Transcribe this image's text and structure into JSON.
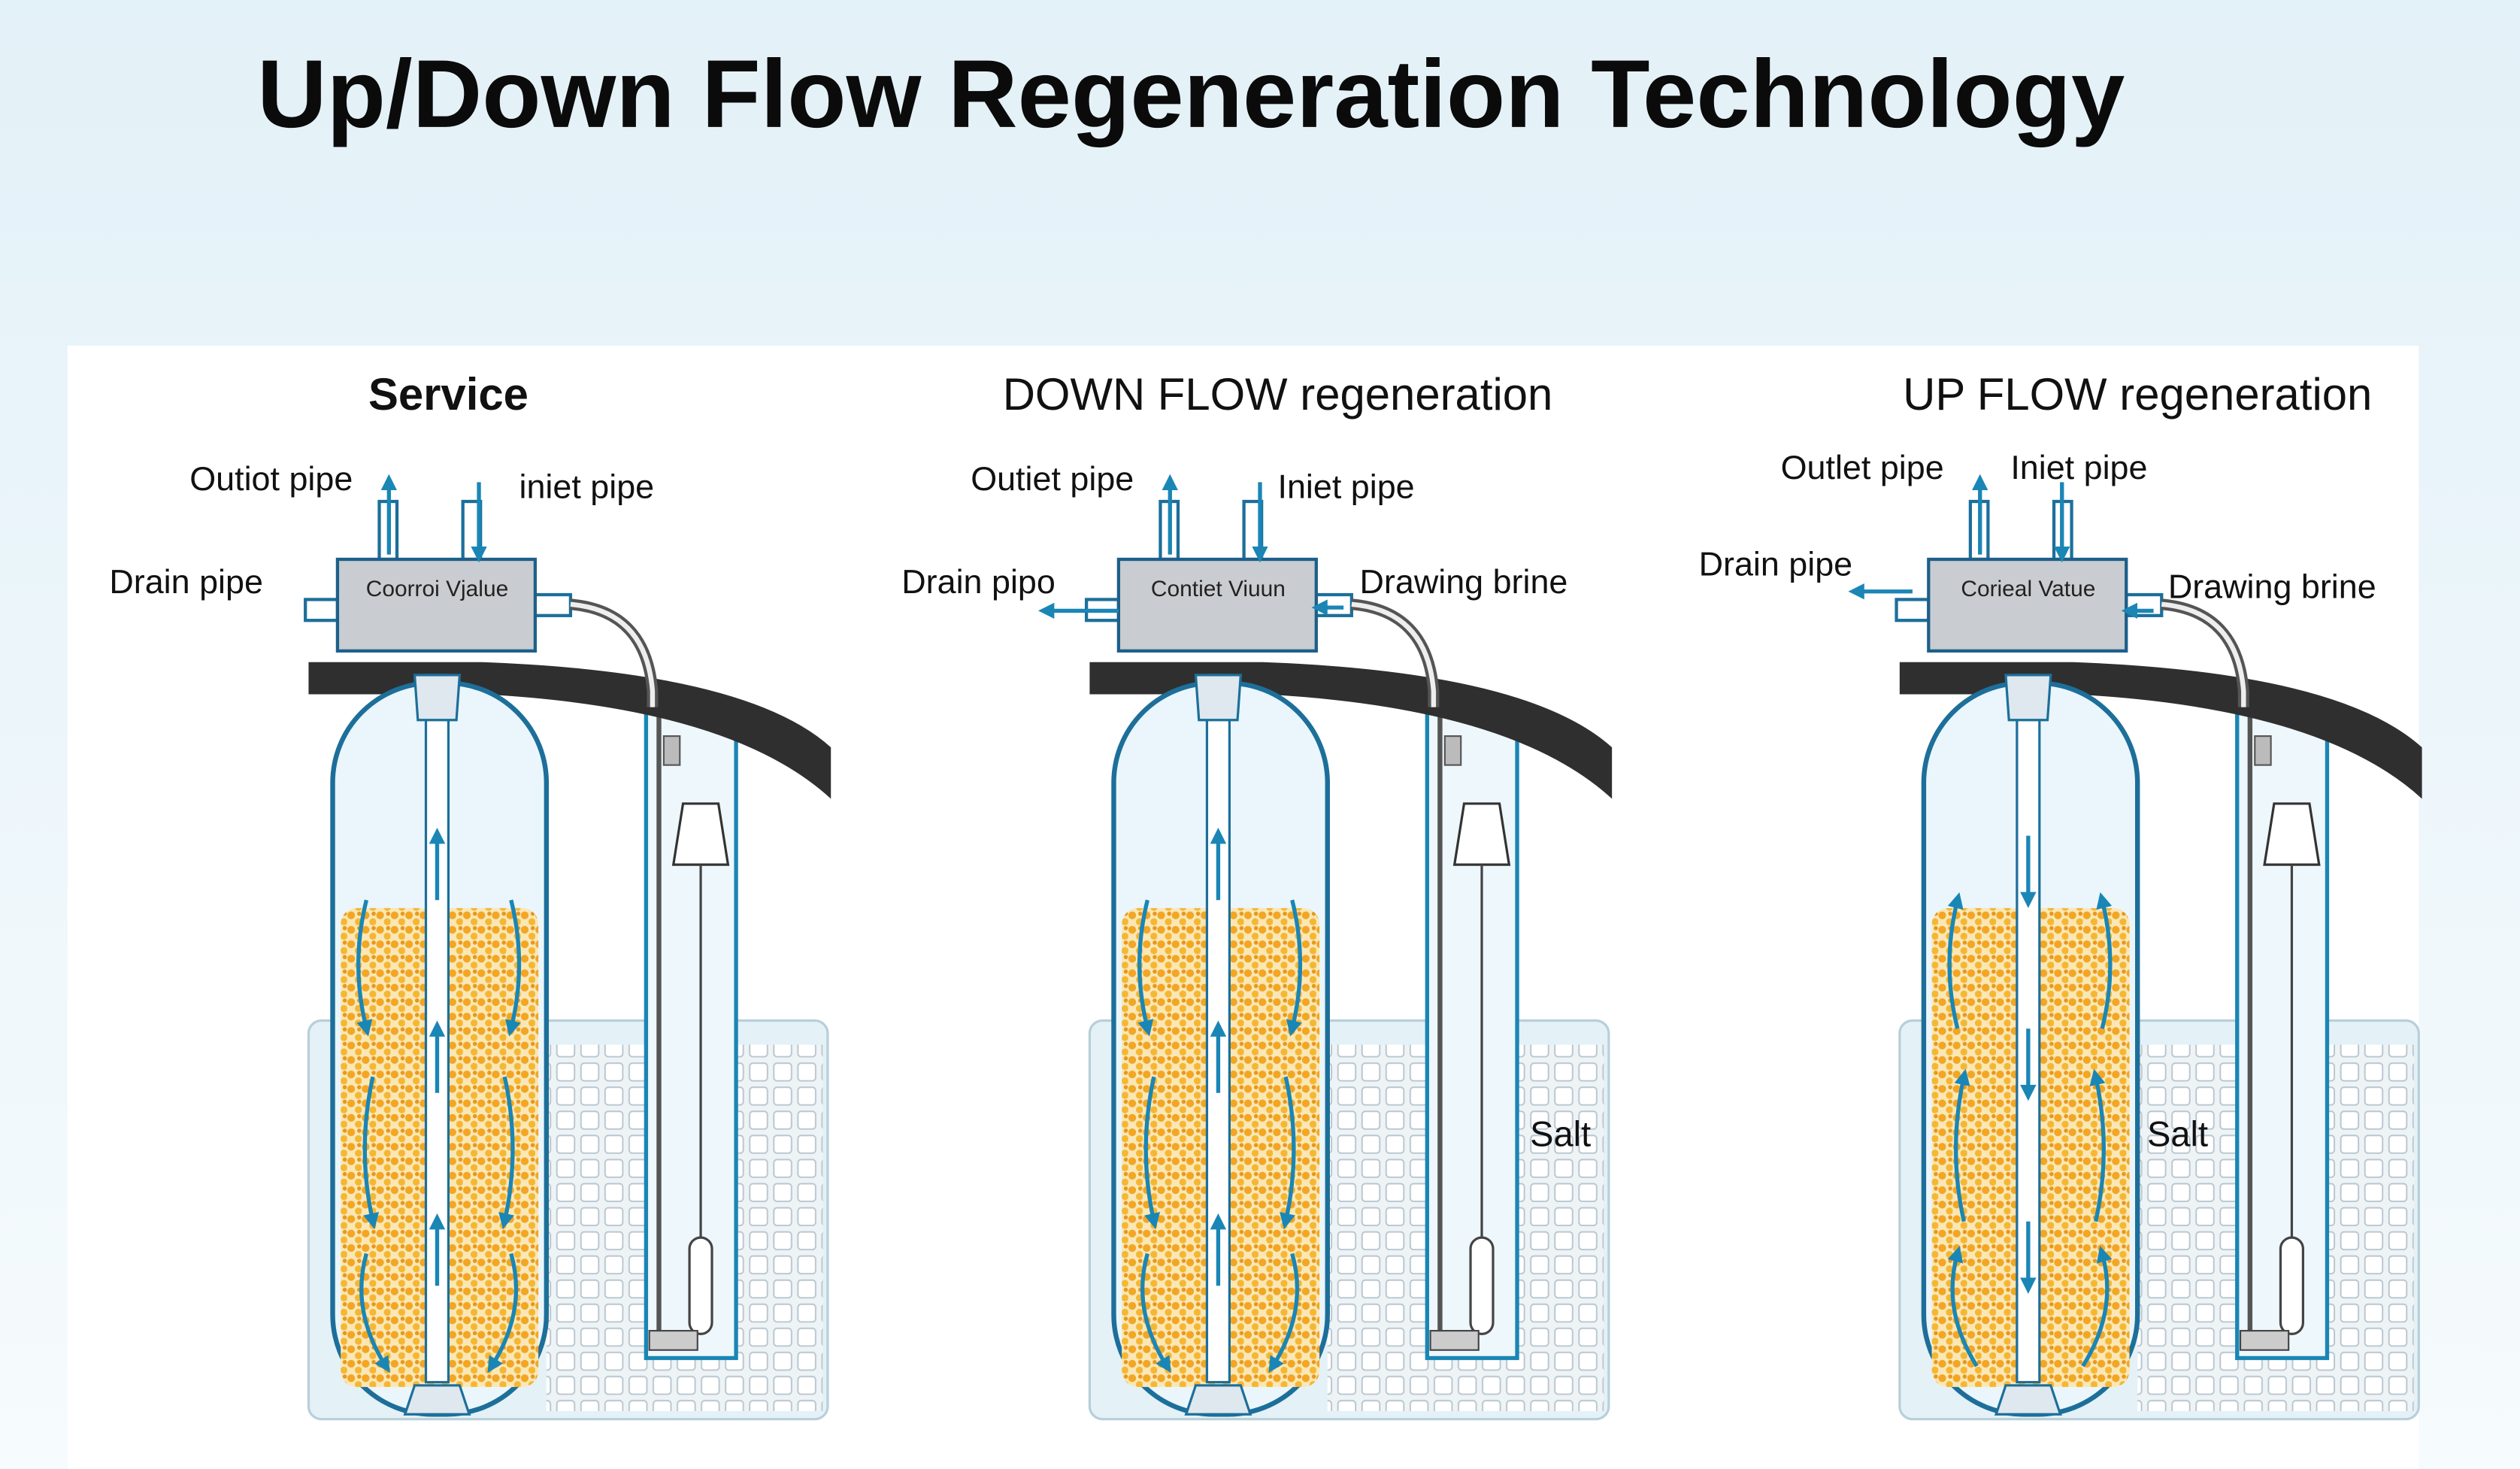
{
  "title": "Up/Down Flow Regeneration Technology",
  "colors": {
    "tank_stroke": "#1d6f9a",
    "flow_arrow": "#1a86b5",
    "resin": "#f2a623",
    "valve": "#c9ccd0",
    "brine_water": "#dcedf3",
    "hose": "#333333"
  },
  "panels": [
    {
      "heading": "Service",
      "outlet": "Outiot pipe",
      "inlet": "iniet pipe",
      "drain": "Drain pipe",
      "valve": "Coorroi Vjalue",
      "brine": "",
      "salt": "",
      "flow": "service"
    },
    {
      "heading": "DOWN FLOW regeneration",
      "outlet": "Outiet pipe",
      "inlet": "Iniet pipe",
      "drain": "Drain pipo",
      "valve": "Contiet Viuun",
      "brine": "Drawing brine",
      "salt": "Salt",
      "flow": "down"
    },
    {
      "heading": "UP FLOW regeneration",
      "outlet": "Outlet pipe",
      "inlet": "Iniet pipe",
      "drain": "Drain pipe",
      "valve": "Corieal Vatue",
      "brine": "Drawing brine",
      "salt": "Salt",
      "flow": "up"
    }
  ]
}
